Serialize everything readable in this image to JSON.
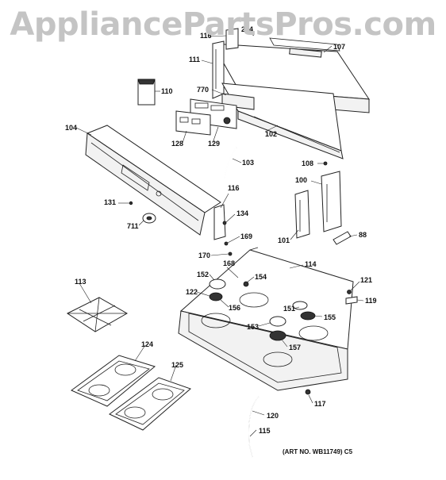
{
  "watermark": "AppliancePartsPros.com",
  "art_number": "(ART NO. WB11749)  C5",
  "callouts": [
    "116",
    "204",
    "107",
    "111",
    "110",
    "770",
    "102",
    "104",
    "128",
    "129",
    "103",
    "108",
    "100",
    "131",
    "116",
    "134",
    "711",
    "169",
    "101",
    "88",
    "170",
    "168",
    "114",
    "152",
    "154",
    "113",
    "122",
    "156",
    "121",
    "151",
    "119",
    "155",
    "153",
    "157",
    "124",
    "125",
    "117",
    "120",
    "115"
  ]
}
